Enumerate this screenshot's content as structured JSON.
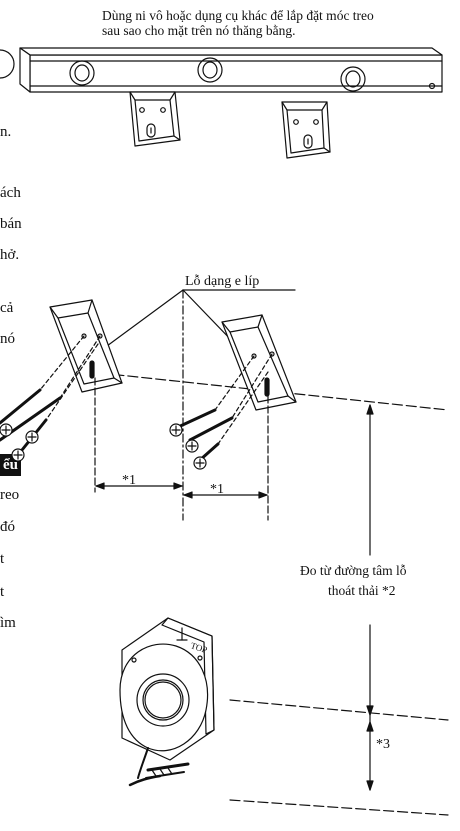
{
  "top_note": {
    "line1": "Dùng ni vô hoặc dụng cụ khác để lắp đặt móc treo",
    "line2": "sau sao cho mặt trên nó thăng bằng."
  },
  "left_text": {
    "frag1": "n.",
    "frag2": "ách",
    "frag3": "bán",
    "frag4": "hở.",
    "frag5": "cả",
    "frag6": "nó",
    "frag7": "ểu",
    "frag8": "reo",
    "frag9": "đó",
    "frag10": "t",
    "frag11": "t",
    "frag12": "ìm"
  },
  "labels": {
    "slot_label": "Lỗ dạng e líp",
    "dim1_left": "*1",
    "dim1_right": "*1",
    "measure_line1": "Đo từ đường tâm lỗ",
    "measure_line2": "thoát thải *2",
    "dim3": "*3",
    "top_mark": "TOP"
  }
}
